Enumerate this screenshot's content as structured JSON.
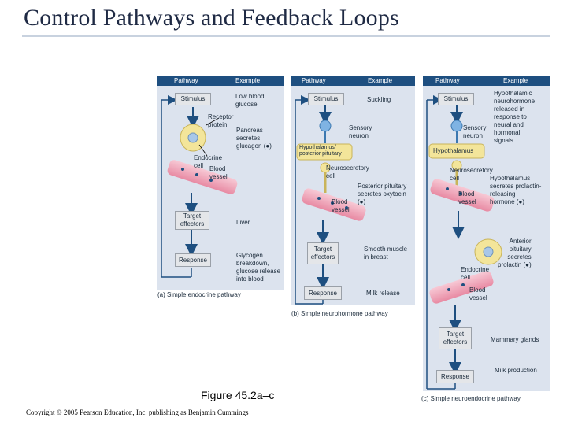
{
  "title": "Control Pathways and Feedback Loops",
  "headers": {
    "pathway": "Pathway",
    "example": "Example"
  },
  "panel_a": {
    "stimulus": "Stimulus",
    "stimulus_example": "Low blood\nglucose",
    "receptor_protein": "Receptor\nprotein",
    "pancreas_example": "Pancreas\nsecretes\nglucagon (●)",
    "endocrine_cell": "Endocrine\ncell",
    "blood_vessel": "Blood\nvessel",
    "target_effectors": "Target\neffectors",
    "effector_example": "Liver",
    "response": "Response",
    "response_example": "Glycogen\nbreakdown,\nglucose release\ninto blood",
    "caption": "(a)  Simple endocrine pathway"
  },
  "panel_b": {
    "stimulus": "Stimulus",
    "stimulus_example": "Suckling",
    "sensory_neuron": "Sensory\nneuron",
    "hypothalamus_pituitary": "Hypothalamus/\nposterior pituitary",
    "neurosecretory_cell": "Neurosecretory\ncell",
    "posterior_pituitary_example": "Posterior pituitary\nsecretes oxytocin\n(●)",
    "blood_vessel": "Blood\nvessel",
    "target_effectors": "Target\neffectors",
    "effector_example": "Smooth muscle\nin breast",
    "response": "Response",
    "response_example": "Milk release",
    "caption": "(b)  Simple neurohormone pathway"
  },
  "panel_c": {
    "stimulus": "Stimulus",
    "stimulus_example": "Hypothalamic\nneurohormone\nreleased in\nresponse to\nneural and\nhormonal\nsignals",
    "sensory_neuron": "Sensory\nneuron",
    "hypothalamus": "Hypothalamus",
    "neurosecretory_cell": "Neurosecretory\ncell",
    "hypothalamus_example": "Hypothalamus\nsecretes prolactin-\nreleasing\nhormone (●)",
    "blood_vessel_1": "Blood\nvessel",
    "anterior_pituitary_example": "Anterior\npituitary\nsecretes\nprolactin (●)",
    "endocrine_cell": "Endocrine\ncell",
    "blood_vessel_2": "Blood\nvessel",
    "target_effectors": "Target\neffectors",
    "effector_example": "Mammary glands",
    "response": "Response",
    "response_example": "Milk production",
    "caption": "(c)  Simple neuroendocrine pathway"
  },
  "figure_label": "Figure 45.2a–c",
  "copyright": "Copyright © 2005 Pearson Education, Inc. publishing as Benjamin Cummings",
  "colors": {
    "header": "#1e4f80",
    "panel": "#dce3ee",
    "vessel": "#f4b6c6",
    "cell": "#f3e59a",
    "arrow": "#1e4f80"
  }
}
